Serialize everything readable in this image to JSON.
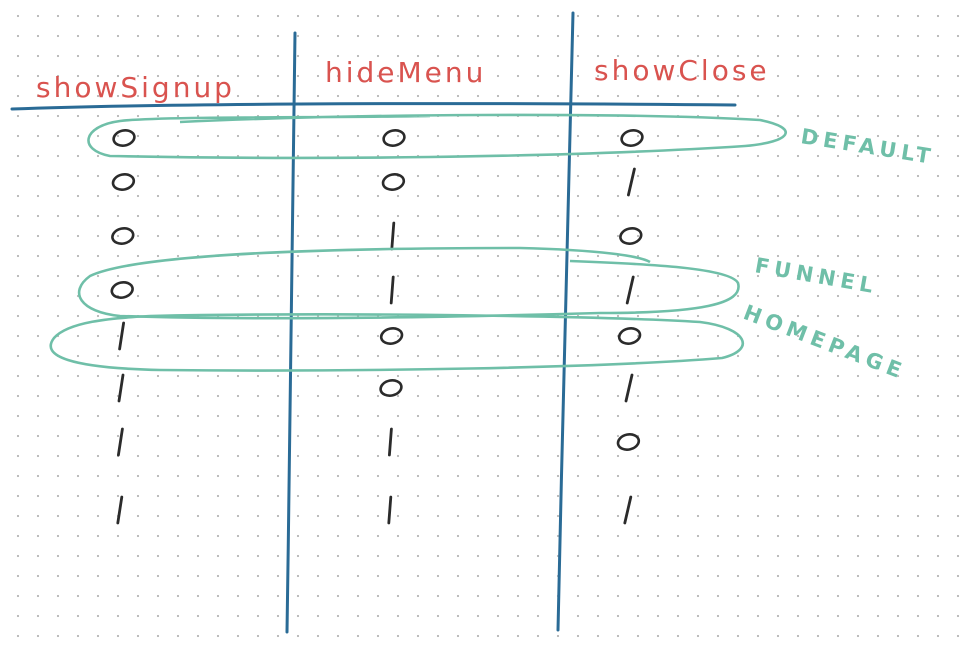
{
  "columns": [
    "showSignup",
    "hideMenu",
    "showClose"
  ],
  "rows": [
    [
      "o",
      "o",
      "o"
    ],
    [
      "o",
      "o",
      "|"
    ],
    [
      "o",
      "|",
      "o"
    ],
    [
      "o",
      "|",
      "|"
    ],
    [
      "|",
      "o",
      "o"
    ],
    [
      "|",
      "o",
      "|"
    ],
    [
      "|",
      "|",
      "o"
    ],
    [
      "|",
      "|",
      "|"
    ]
  ],
  "groups": [
    {
      "label": "DEFAULT",
      "row": 0
    },
    {
      "label": "FUNNEL",
      "row": 3
    },
    {
      "label": "HOMEPAGE",
      "row": 4
    }
  ],
  "colors": {
    "headers": "#d9534f",
    "axes": "#2a6b96",
    "groups": "#6fbfa8",
    "marks": "#2b2b2b"
  }
}
